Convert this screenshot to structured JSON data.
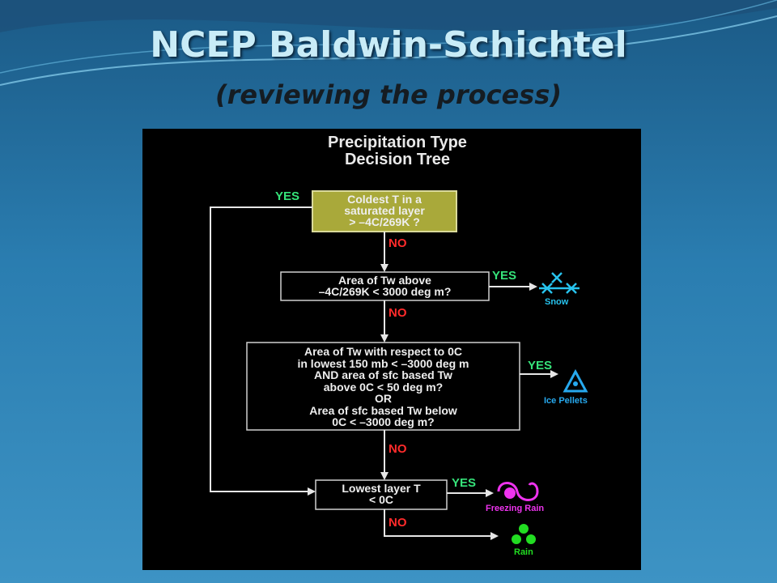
{
  "slide": {
    "title": "NCEP Baldwin-Schichtel",
    "subtitle": "(reviewing the process)"
  },
  "diagram": {
    "title_line1": "Precipitation Type",
    "title_line2": "Decision Tree",
    "boxes": [
      {
        "line1": "Coldest T in a",
        "line2": "saturated layer",
        "line3": "> –4C/269K ?"
      },
      {
        "line1": "Area of Tw above",
        "line2": "–4C/269K < 3000 deg m?"
      },
      {
        "line1": "Area of Tw with respect to 0C",
        "line2": "in lowest 150 mb < –3000 deg m",
        "line3": "AND area of sfc based Tw",
        "line4": "above 0C < 50 deg m?",
        "line5": "OR",
        "line6": "Area of sfc based Tw below",
        "line7": "0C < –3000 deg m?"
      },
      {
        "line1": "Lowest layer T",
        "line2": "< 0C"
      }
    ],
    "labels": {
      "yes": "YES",
      "no": "NO"
    },
    "results": {
      "snow": "Snow",
      "ice_pellets": "Ice Pellets",
      "freezing_rain": "Freezing Rain",
      "rain": "Rain"
    },
    "colors": {
      "yes": "#36e37a",
      "no": "#ff2b2b",
      "first_box": "#a9a93a",
      "snow": "#27c3ee",
      "ice_pellets": "#27a9ee",
      "freezing_rain": "#ee33ee",
      "rain": "#22dd22"
    }
  }
}
